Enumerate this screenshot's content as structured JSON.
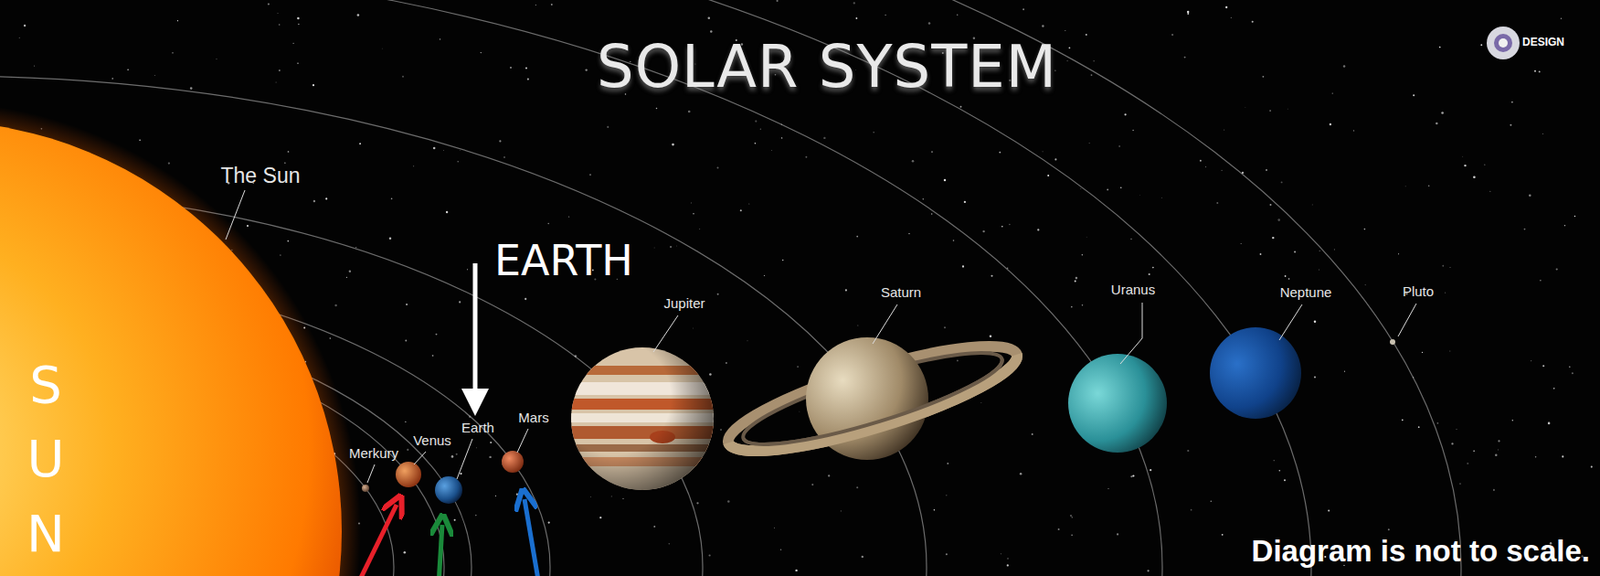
{
  "diagram": {
    "title": "SOLAR SYSTEM",
    "labels": [
      "The Sun",
      "EARTH",
      "Jupiter",
      "Saturn",
      "Uranus",
      "Neptune",
      "Pluto",
      "Merkury",
      "Venus",
      "Earth",
      "Mars",
      "SUN",
      "Diagram is not to scale.",
      "DESIGN"
    ]
  }
}
